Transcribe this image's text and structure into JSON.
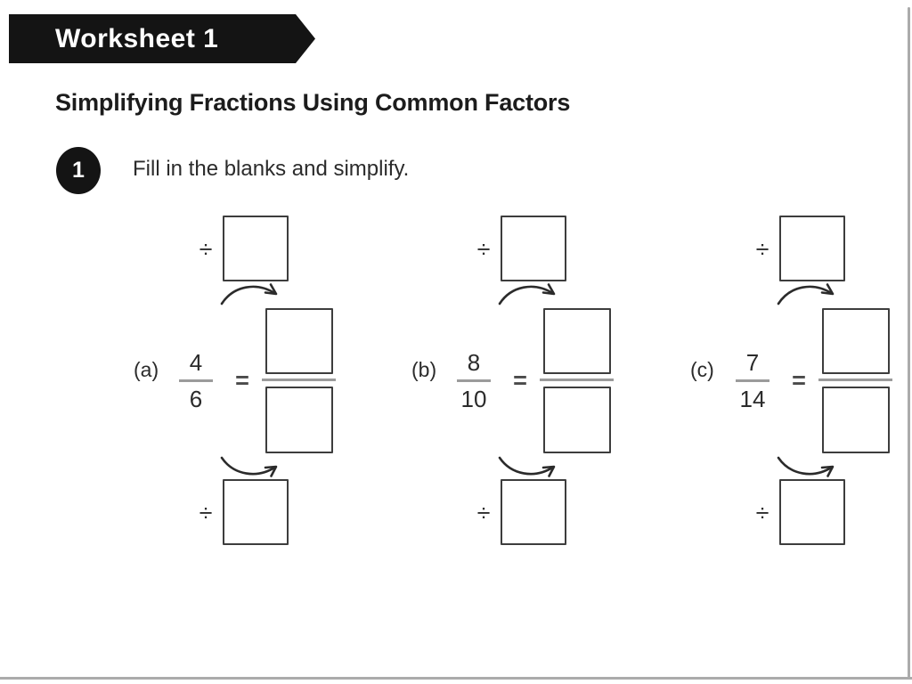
{
  "banner": {
    "label": "Worksheet 1"
  },
  "title": "Simplifying Fractions Using Common Factors",
  "question": {
    "number": "1",
    "instruction": "Fill in the blanks and simplify."
  },
  "symbols": {
    "divide": "÷",
    "equals": "="
  },
  "problems": [
    {
      "label": "(a)",
      "numerator": "4",
      "denominator": "6"
    },
    {
      "label": "(b)",
      "numerator": "8",
      "denominator": "10"
    },
    {
      "label": "(c)",
      "numerator": "7",
      "denominator": "14"
    }
  ],
  "colors": {
    "banner_bg": "#141414",
    "banner_text": "#ffffff",
    "heading_text": "#1c1c1c",
    "body_text": "#2b2b2b",
    "box_border": "#3d3d3d",
    "fraction_bar": "#9b9b9b",
    "arrow": "#2b2b2b",
    "page_edge": "#ababab"
  }
}
